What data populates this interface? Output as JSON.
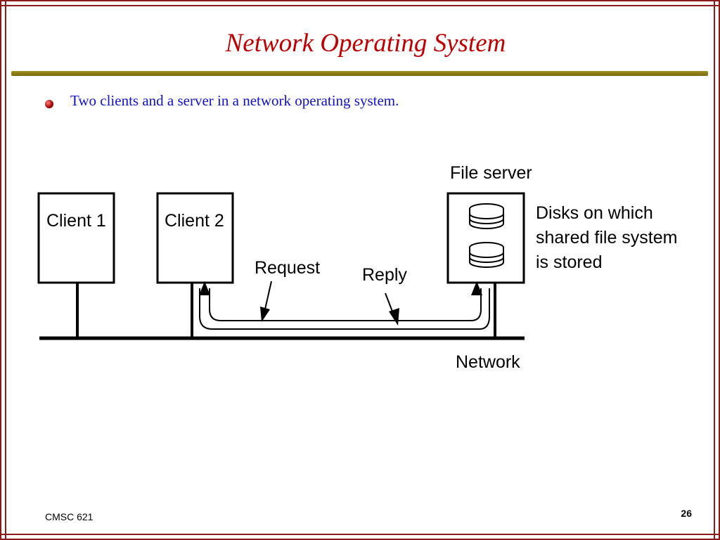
{
  "slide": {
    "title": "Network Operating System",
    "bullet": "Two clients and a server in a network operating system.",
    "footer_course": "CMSC 621",
    "page_number": "26"
  },
  "diagram": {
    "client1_label": "Client 1",
    "client2_label": "Client 2",
    "server_label": "File server",
    "disks_note_line1": "Disks on which",
    "disks_note_line2": "shared file system",
    "disks_note_line3": "is stored",
    "request_label": "Request",
    "reply_label": "Reply",
    "network_label": "Network"
  },
  "colors": {
    "title": "#c00000",
    "bullet_text": "#1010d0",
    "frame": "#8b1a1a",
    "rule": "#8a7a18"
  }
}
